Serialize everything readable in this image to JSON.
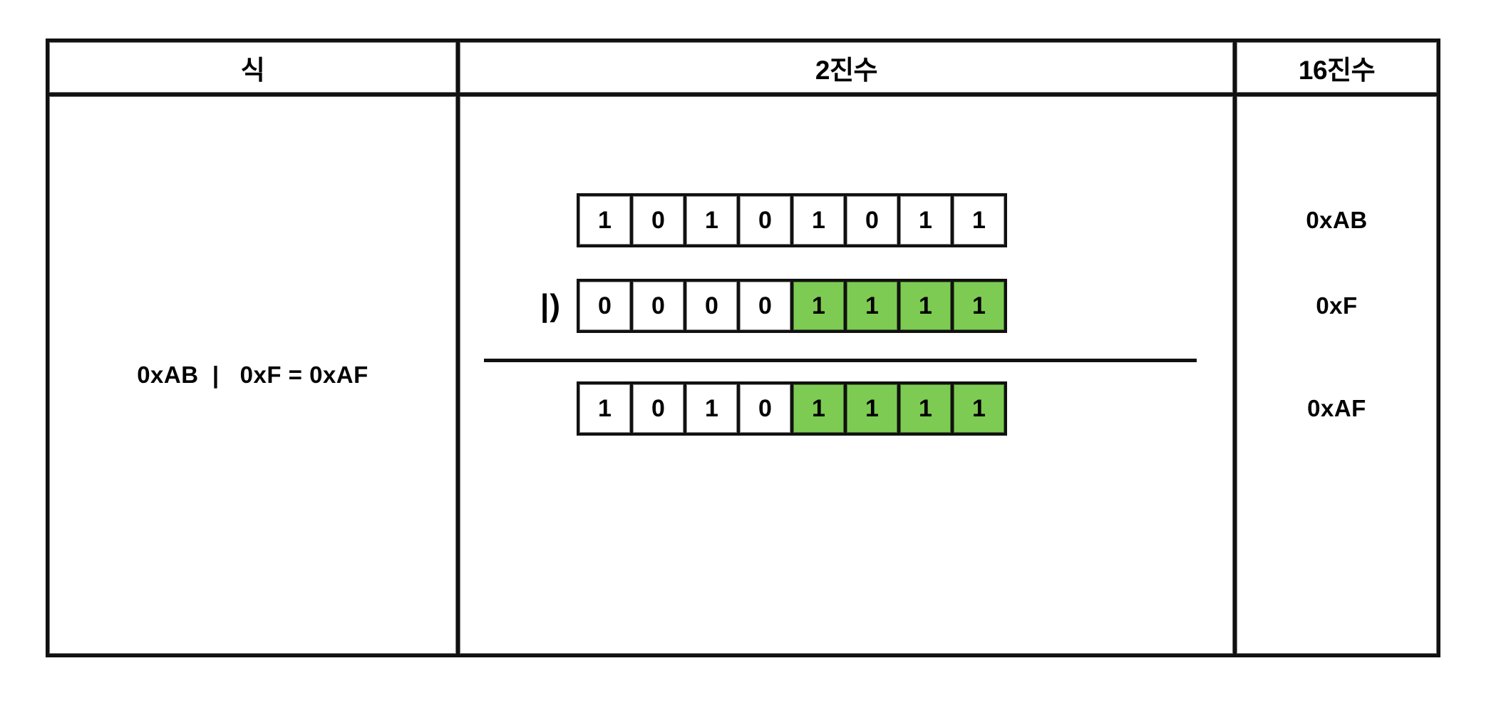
{
  "table": {
    "headers": {
      "expression": "식",
      "binary": "2진수",
      "hex": "16진수"
    },
    "expression": "0xAB  |   0xF = 0xAF",
    "operator_symbol": "|)",
    "rows": [
      {
        "label": "operand-1",
        "operator": "",
        "bits": [
          "1",
          "0",
          "1",
          "0",
          "1",
          "0",
          "1",
          "1"
        ],
        "highlight": [
          false,
          false,
          false,
          false,
          false,
          false,
          false,
          false
        ],
        "hex": "0xAB"
      },
      {
        "label": "operand-2",
        "operator": "|)",
        "bits": [
          "0",
          "0",
          "0",
          "0",
          "1",
          "1",
          "1",
          "1"
        ],
        "highlight": [
          false,
          false,
          false,
          false,
          true,
          true,
          true,
          true
        ],
        "hex": "0xF"
      },
      {
        "label": "result",
        "operator": "",
        "bits": [
          "1",
          "0",
          "1",
          "0",
          "1",
          "1",
          "1",
          "1"
        ],
        "highlight": [
          false,
          false,
          false,
          false,
          true,
          true,
          true,
          true
        ],
        "hex": "0xAF"
      }
    ]
  },
  "colors": {
    "highlight_green": "#7DCB53",
    "border_black": "#111111",
    "background": "#ffffff"
  }
}
